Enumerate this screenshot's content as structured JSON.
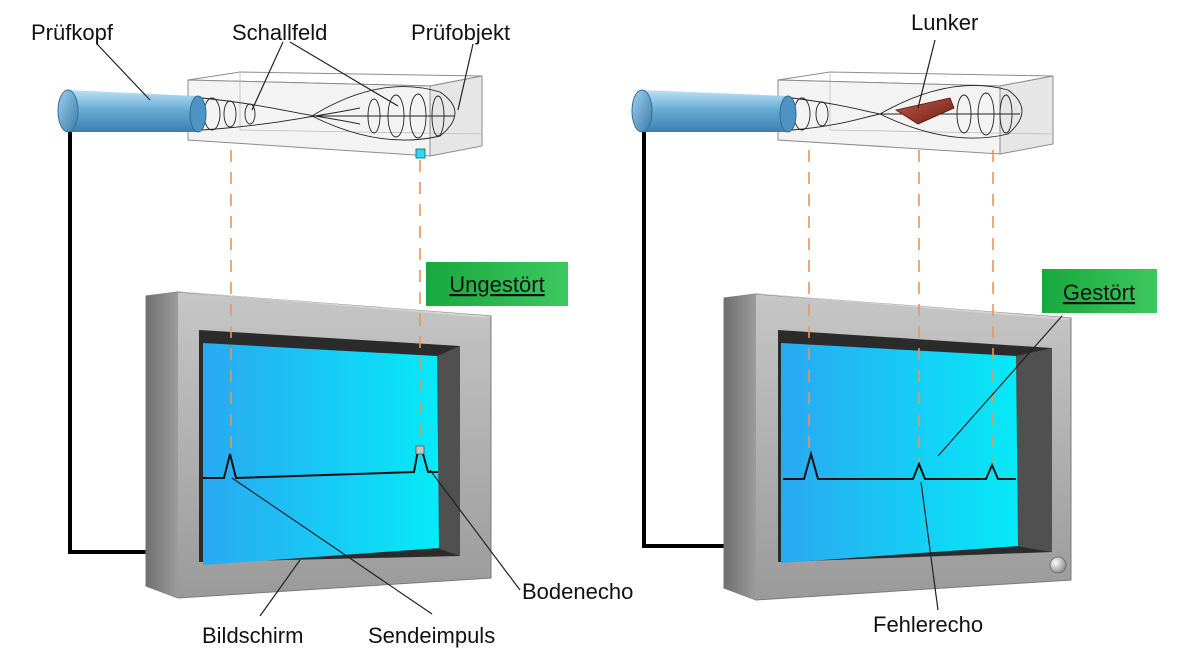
{
  "labels": {
    "probe": "Prüfkopf",
    "sound_field": "Schallfeld",
    "test_object": "Prüfobjekt",
    "void": "Lunker",
    "screen": "Bildschirm",
    "transmit_pulse": "Sendeimpuls",
    "back_echo": "Bodenecho",
    "flaw_echo": "Fehlerecho"
  },
  "badges": {
    "undisturbed": "Ungestört",
    "disturbed": "Gestört"
  },
  "colors": {
    "probe": "#6aaed6",
    "screen_left": "#2aa8f2",
    "screen_right": "#06eaf8",
    "badge": "#22b14c",
    "monitor_frame": "#a9a9a9",
    "void": "#8b2a1d",
    "dash": "#e8955a"
  }
}
